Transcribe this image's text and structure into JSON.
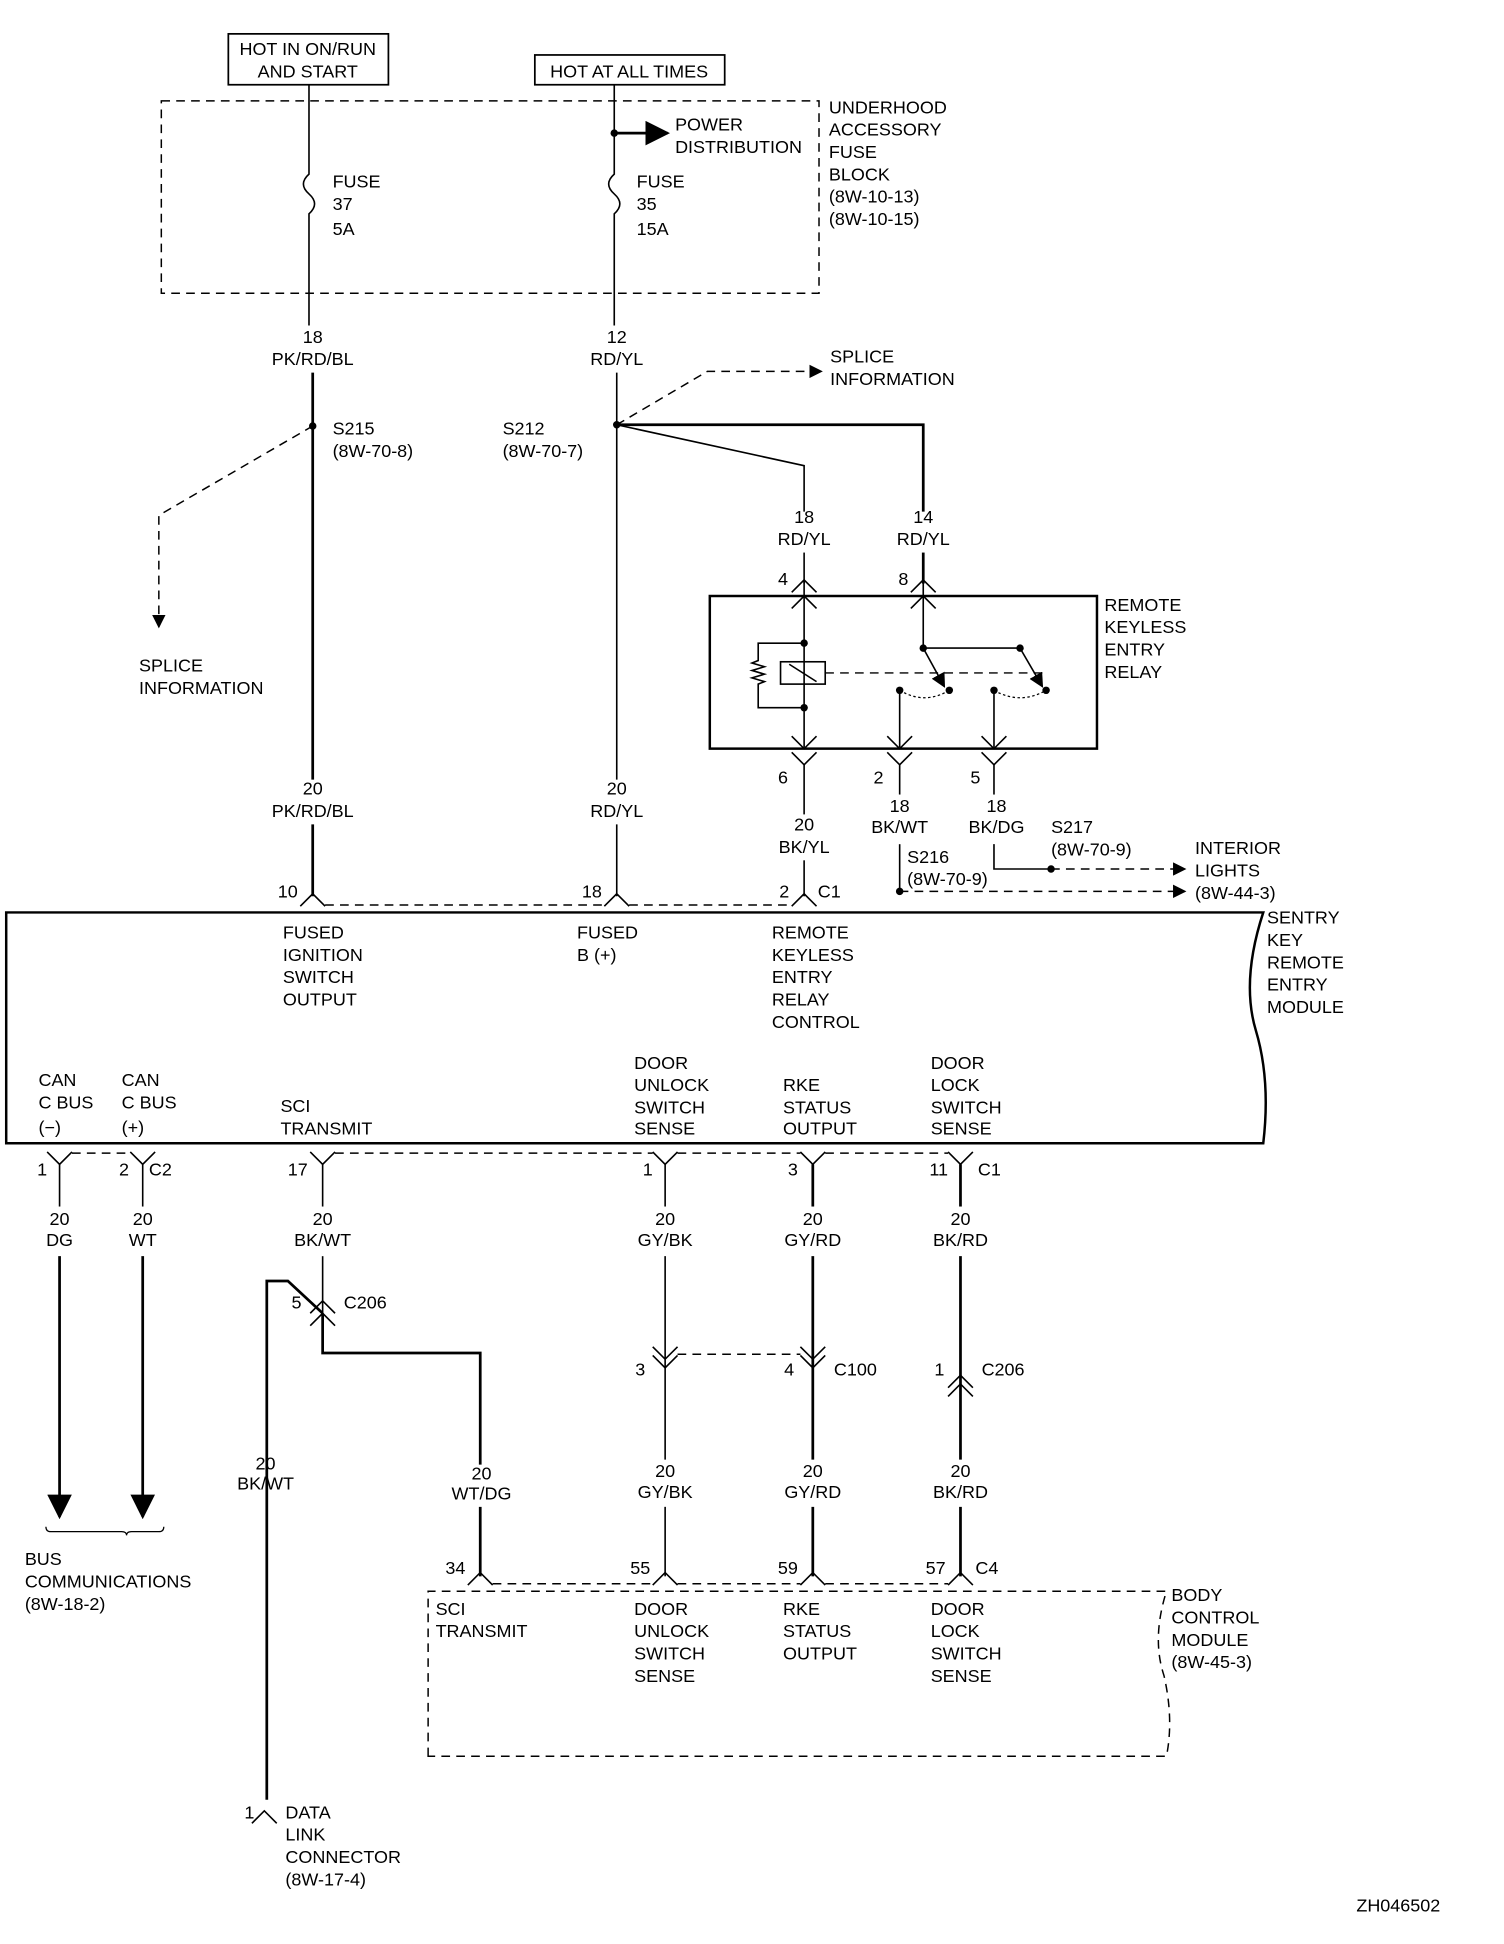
{
  "diagram": {
    "figure_id": "ZH046502",
    "power_labels": {
      "hot_run_start": [
        "HOT IN ON/RUN",
        "AND START"
      ],
      "hot_all_times": "HOT AT ALL TIMES"
    },
    "fuse_block": {
      "name": [
        "UNDERHOOD",
        "ACCESSORY",
        "FUSE",
        "BLOCK",
        "(8W-10-13)",
        "(8W-10-15)"
      ],
      "power_distribution": [
        "POWER",
        "DISTRIBUTION"
      ],
      "fuses": [
        {
          "label": "FUSE",
          "number": "37",
          "rating": "5A"
        },
        {
          "label": "FUSE",
          "number": "35",
          "rating": "15A"
        }
      ]
    },
    "wires_upper": [
      {
        "gauge": "18",
        "color": "PK/RD/BL"
      },
      {
        "gauge": "12",
        "color": "RD/YL"
      },
      {
        "gauge": "18",
        "color": "RD/YL"
      },
      {
        "gauge": "14",
        "color": "RD/YL"
      },
      {
        "gauge": "20",
        "color": "PK/RD/BL"
      },
      {
        "gauge": "20",
        "color": "RD/YL"
      },
      {
        "gauge": "20",
        "color": "BK/YL"
      },
      {
        "gauge": "18",
        "color": "BK/WT"
      },
      {
        "gauge": "18",
        "color": "BK/DG"
      }
    ],
    "splices": [
      {
        "id": "S215",
        "ref": "(8W-70-8)"
      },
      {
        "id": "S212",
        "ref": "(8W-70-7)"
      },
      {
        "id": "S217",
        "ref": "(8W-70-9)"
      },
      {
        "id": "S216",
        "ref": "(8W-70-9)"
      }
    ],
    "splice_info": [
      "SPLICE",
      "INFORMATION"
    ],
    "relay": {
      "name": [
        "REMOTE",
        "KEYLESS",
        "ENTRY",
        "RELAY"
      ],
      "pins": [
        "4",
        "8",
        "6",
        "2",
        "5"
      ]
    },
    "interior_lights": [
      "INTERIOR",
      "LIGHTS",
      "(8W-44-3)"
    ],
    "skrem": {
      "name": [
        "SENTRY",
        "KEY",
        "REMOTE",
        "ENTRY",
        "MODULE"
      ],
      "top_pins": [
        {
          "pin": "10"
        },
        {
          "pin": "18"
        },
        {
          "pin": "2",
          "connector": "C1"
        }
      ],
      "top_functions": [
        [
          "FUSED",
          "IGNITION",
          "SWITCH",
          "OUTPUT"
        ],
        [
          "FUSED",
          "B (+)"
        ],
        [
          "REMOTE",
          "KEYLESS",
          "ENTRY",
          "RELAY",
          "CONTROL"
        ]
      ],
      "bottom_functions": [
        [
          "CAN",
          "C BUS",
          "(−)"
        ],
        [
          "CAN",
          "C BUS",
          "(+)"
        ],
        [
          "SCI",
          "TRANSMIT"
        ],
        [
          "DOOR",
          "UNLOCK",
          "SWITCH",
          "SENSE"
        ],
        [
          "RKE",
          "STATUS",
          "OUTPUT"
        ],
        [
          "DOOR",
          "LOCK",
          "SWITCH",
          "SENSE"
        ]
      ],
      "bottom_pins": [
        {
          "pin": "1"
        },
        {
          "pin": "2",
          "connector": "C2"
        },
        {
          "pin": "17"
        },
        {
          "pin": "1"
        },
        {
          "pin": "3"
        },
        {
          "pin": "11",
          "connector": "C1"
        }
      ]
    },
    "wires_lower": [
      {
        "gauge": "20",
        "color": "DG"
      },
      {
        "gauge": "20",
        "color": "WT"
      },
      {
        "gauge": "20",
        "color": "BK/WT"
      },
      {
        "gauge": "20",
        "color": "GY/BK"
      },
      {
        "gauge": "20",
        "color": "GY/RD"
      },
      {
        "gauge": "20",
        "color": "BK/RD"
      },
      {
        "gauge": "20",
        "color": "BK/WT"
      },
      {
        "gauge": "20",
        "color": "WT/DG"
      },
      {
        "gauge": "20",
        "color": "GY/BK"
      },
      {
        "gauge": "20",
        "color": "GY/RD"
      },
      {
        "gauge": "20",
        "color": "BK/RD"
      }
    ],
    "inline_connectors": [
      {
        "pin": "5",
        "id": "C206"
      },
      {
        "pin": "3",
        "id": ""
      },
      {
        "pin": "4",
        "id": "C100"
      },
      {
        "pin": "1",
        "id": "C206"
      }
    ],
    "bus_comm": [
      "BUS",
      "COMMUNICATIONS",
      "(8W-18-2)"
    ],
    "bcm": {
      "name": [
        "BODY",
        "CONTROL",
        "MODULE",
        "(8W-45-3)"
      ],
      "pins": [
        {
          "pin": "34"
        },
        {
          "pin": "55"
        },
        {
          "pin": "59"
        },
        {
          "pin": "57",
          "connector": "C4"
        }
      ],
      "functions": [
        [
          "SCI",
          "TRANSMIT"
        ],
        [
          "DOOR",
          "UNLOCK",
          "SWITCH",
          "SENSE"
        ],
        [
          "RKE",
          "STATUS",
          "OUTPUT"
        ],
        [
          "DOOR",
          "LOCK",
          "SWITCH",
          "SENSE"
        ]
      ]
    },
    "dlc": {
      "pin": "1",
      "name": [
        "DATA",
        "LINK",
        "CONNECTOR",
        "(8W-17-4)"
      ]
    }
  }
}
